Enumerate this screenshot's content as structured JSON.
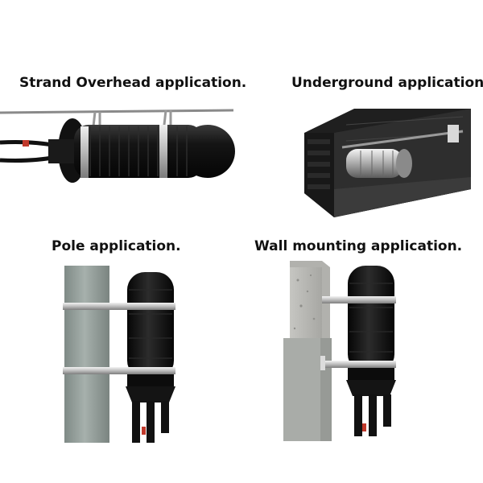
{
  "captions": {
    "strand": "Strand Overhead application.",
    "underground": "Underground application.",
    "pole": "Pole application.",
    "wall": "Wall mounting application."
  },
  "colors": {
    "closure": "#141414",
    "strap": "#c8c8c8",
    "pole": "#9aa39f",
    "wall": "#b4b4b0",
    "vault": "#2a2a2a"
  }
}
